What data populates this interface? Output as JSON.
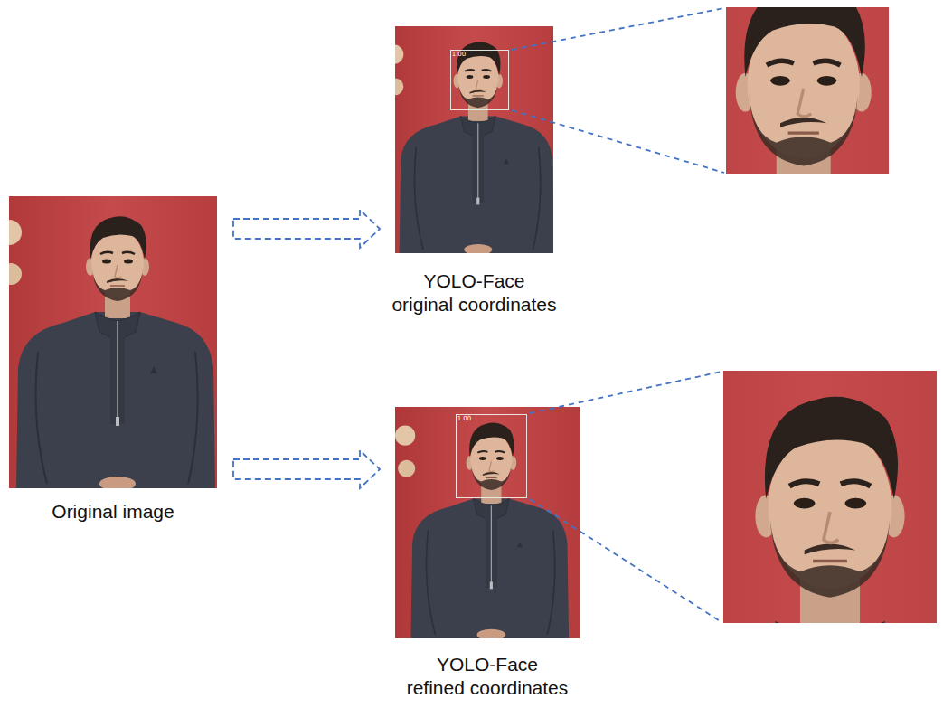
{
  "diagram": {
    "nodes": [
      {
        "text": [
          "Original image"
        ]
      },
      {
        "text": [
          "YOLO-Face original coordinates"
        ]
      },
      {
        "text": [
          "1.00"
        ],
        "in": 1
      },
      {
        "text": [
          "YOLO-Face refined coordinates"
        ]
      },
      {
        "text": [
          "1.00"
        ],
        "in": 3
      }
    ],
    "edges": [
      {
        "from": 0,
        "to": 1,
        "arrow": "to"
      },
      {
        "from": 0,
        "to": 3,
        "arrow": "to"
      }
    ]
  }
}
